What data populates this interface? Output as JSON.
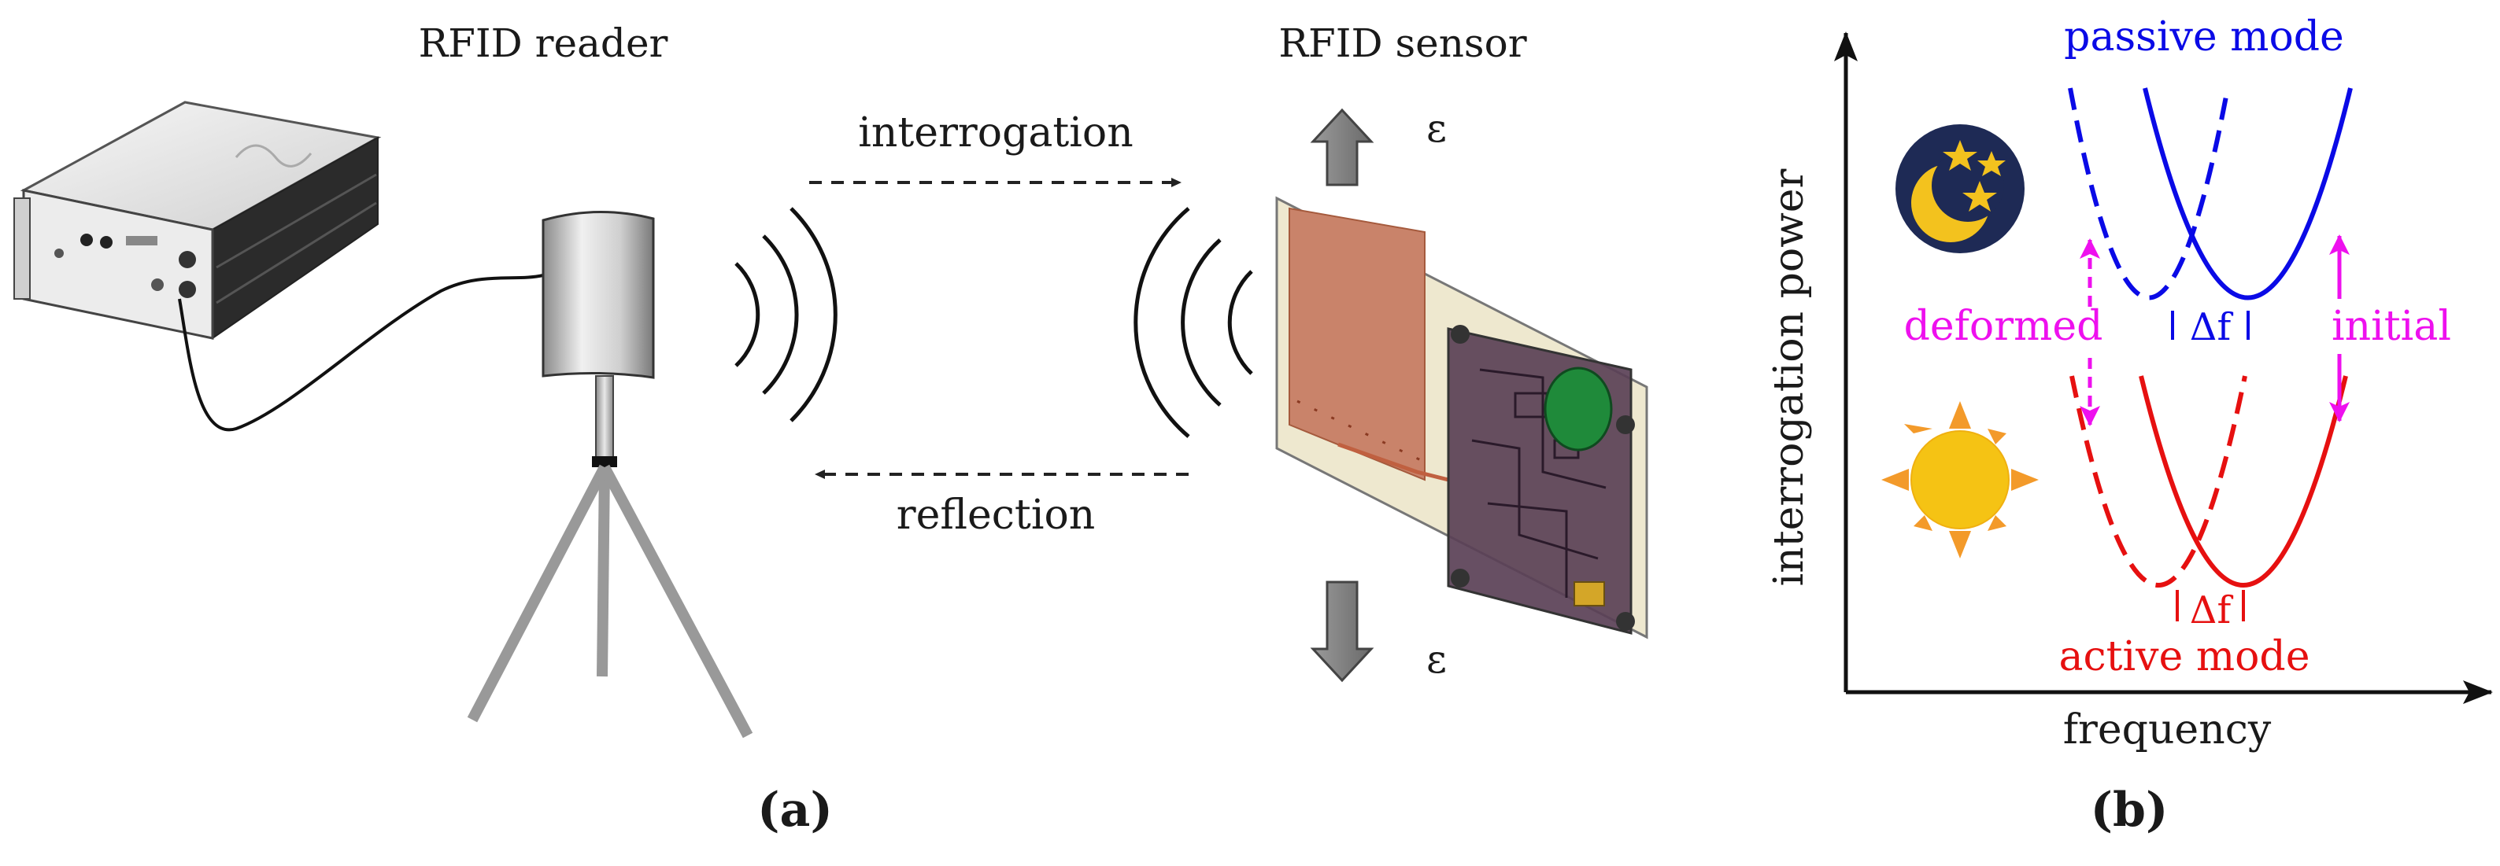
{
  "panel_a": {
    "reader_title": "RFID reader",
    "sensor_title": "RFID sensor",
    "interrogation_label": "interrogation",
    "reflection_label": "reflection",
    "strain_symbol_top": "ε",
    "strain_symbol_bottom": "ε",
    "panel_label": "(a)"
  },
  "panel_b": {
    "xlabel": "frequency",
    "ylabel": "interrogation power",
    "passive_label": "passive mode",
    "active_label": "active mode",
    "deformed_label": "deformed",
    "initial_label": "initial",
    "delta_top": "Δf",
    "delta_bottom": "Δf",
    "panel_label": "(b)",
    "colors": {
      "passive": "#0a0ae6",
      "active": "#e61010",
      "annotation": "#ee10ee",
      "moon_bg": "#1e2a55",
      "moon": "#f3c21e",
      "sun": "#f5c314",
      "sun_rays": "#f39a2a"
    },
    "icons": [
      "moon-stars-icon",
      "sun-icon"
    ]
  }
}
